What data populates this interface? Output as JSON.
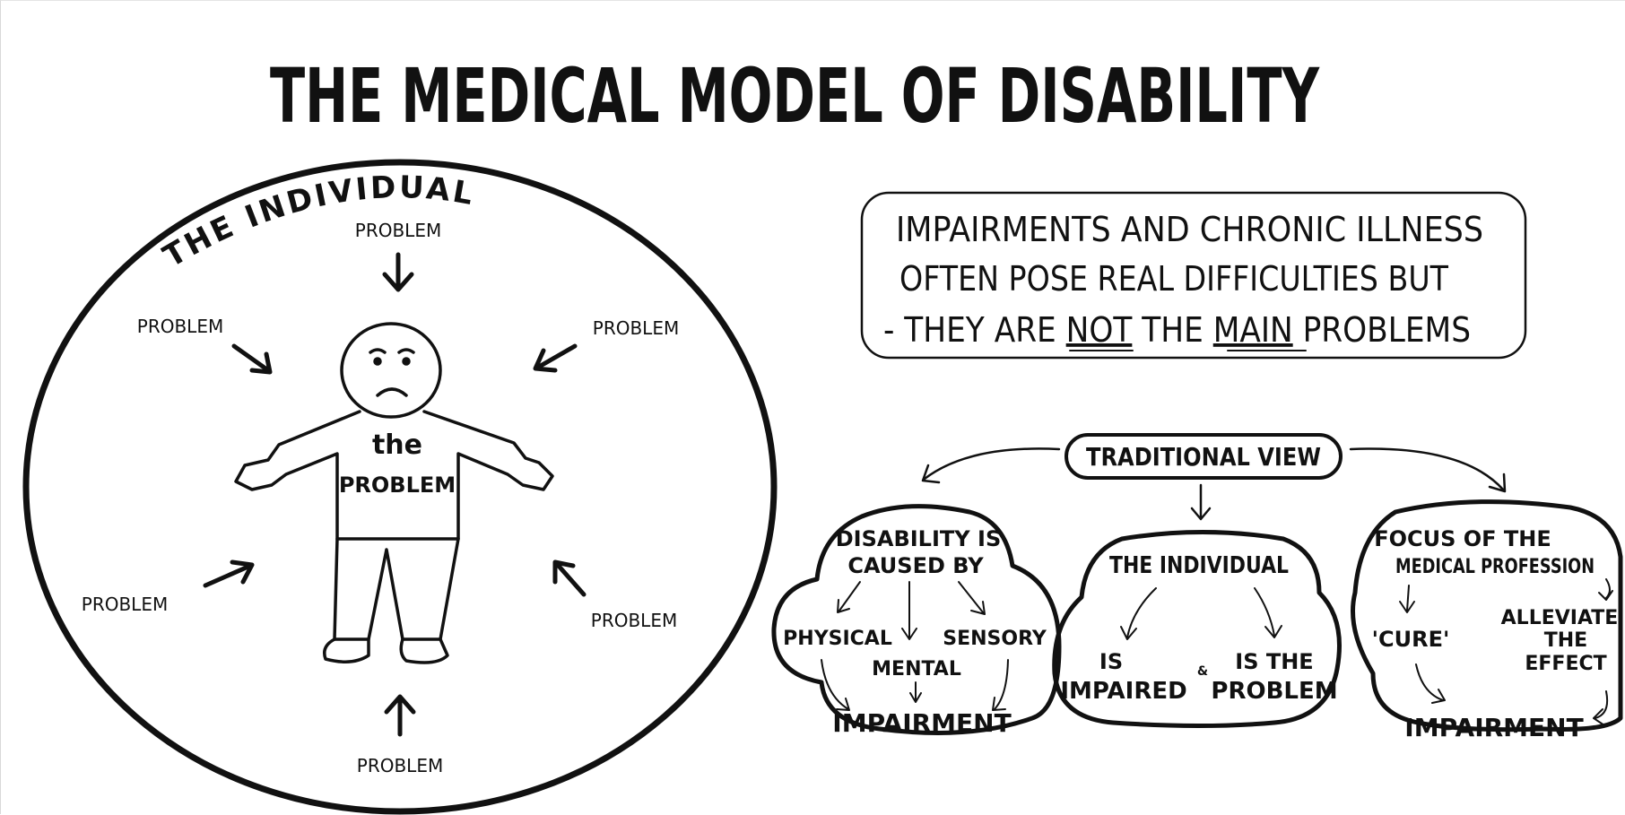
{
  "title": "THE MEDICAL MODEL OF DISABILITY",
  "left_panel": {
    "arc_label": "THE INDIVIDUAL",
    "person_label_line1": "the",
    "person_label_line2": "PROBLEM",
    "problems": [
      "PROBLEM",
      "PROBLEM",
      "PROBLEM",
      "PROBLEM",
      "PROBLEM",
      "PROBLEM"
    ]
  },
  "callout": {
    "line1": "IMPAIRMENTS AND CHRONIC ILLNESS",
    "line2": "OFTEN POSE REAL DIFFICULTIES BUT",
    "line3_prefix": "- THEY ARE ",
    "line3_not": "NOT",
    "line3_mid": " THE ",
    "line3_main": "MAIN",
    "line3_suffix": " PROBLEMS"
  },
  "traditional_view": {
    "label": "TRADITIONAL VIEW",
    "cause_box": {
      "heading_line1": "DISABILITY IS",
      "heading_line2": "CAUSED BY",
      "physical": "PHYSICAL",
      "mental": "MENTAL",
      "sensory": "SENSORY",
      "result": "IMPAIRMENT"
    },
    "individual_box": {
      "heading": "THE INDIVIDUAL",
      "left_line1": "IS",
      "left_line2": "IMPAIRED",
      "joiner": "&",
      "right_line1": "IS THE",
      "right_line2": "PROBLEM"
    },
    "focus_box": {
      "heading_line1": "FOCUS OF THE",
      "heading_line2": "MEDICAL PROFESSION",
      "cure": "'CURE'",
      "alleviate_line1": "ALLEVIATE",
      "alleviate_line2": "THE",
      "alleviate_line3": "EFFECT",
      "result": "IMPAIRMENT"
    }
  }
}
